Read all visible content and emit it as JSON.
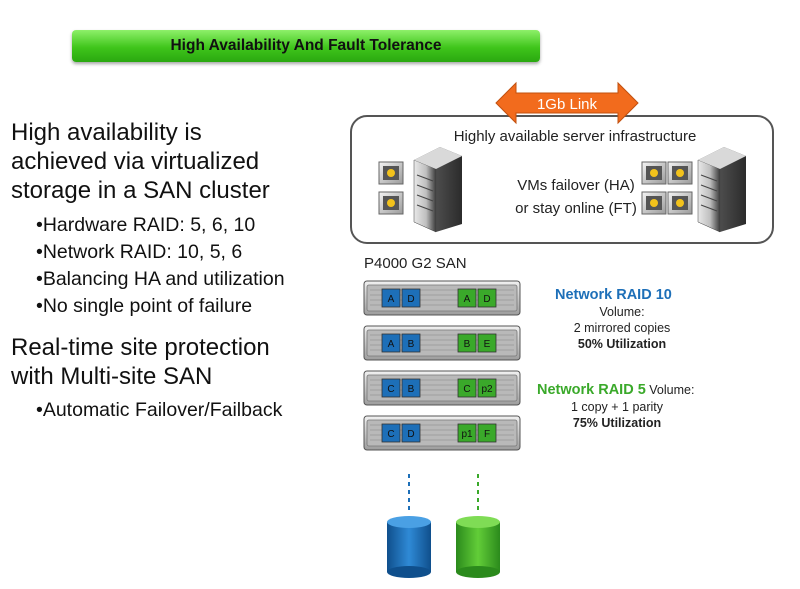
{
  "title": "High Availability And Fault Tolerance",
  "left": {
    "heading1_line1": "High availability is",
    "heading1_line2": "achieved via virtualized",
    "heading1_line3": "storage in a SAN cluster",
    "bullets1": [
      "•Hardware RAID: 5, 6, 10",
      "•Network RAID: 10, 5, 6",
      "•Balancing HA and utilization",
      "•No single point of failure"
    ],
    "heading2_line1": "Real-time site protection",
    "heading2_line2": "with Multi-site SAN",
    "bullets2": [
      "•Automatic Failover/Failback"
    ]
  },
  "diagram": {
    "link_label": "1Gb Link",
    "infra_title": "Highly available server infrastructure",
    "vm_line1": "VMs failover (HA)",
    "vm_line2": "or stay online (FT)",
    "san_label": "P4000 G2 SAN",
    "raid10": {
      "title": "Network RAID 10",
      "line1": "Volume:",
      "line2": "2 mirrored copies",
      "line3": "50% Utilization"
    },
    "raid5": {
      "title": "Network RAID 5",
      "title_suffix": " Volume:",
      "line2": "1 copy + 1 parity",
      "line3": "75% Utilization"
    },
    "rows": [
      {
        "blue": [
          "A",
          "D"
        ],
        "green": [
          "A",
          "D"
        ]
      },
      {
        "blue": [
          "A",
          "B"
        ],
        "green": [
          "B",
          "E"
        ]
      },
      {
        "blue": [
          "C",
          "B"
        ],
        "green": [
          "C",
          "p2"
        ]
      },
      {
        "blue": [
          "C",
          "D"
        ],
        "green": [
          "p1",
          "F"
        ]
      }
    ],
    "colors": {
      "blue": "#1d6fb8",
      "green": "#3aa92a",
      "orange": "#f26b1d"
    }
  }
}
